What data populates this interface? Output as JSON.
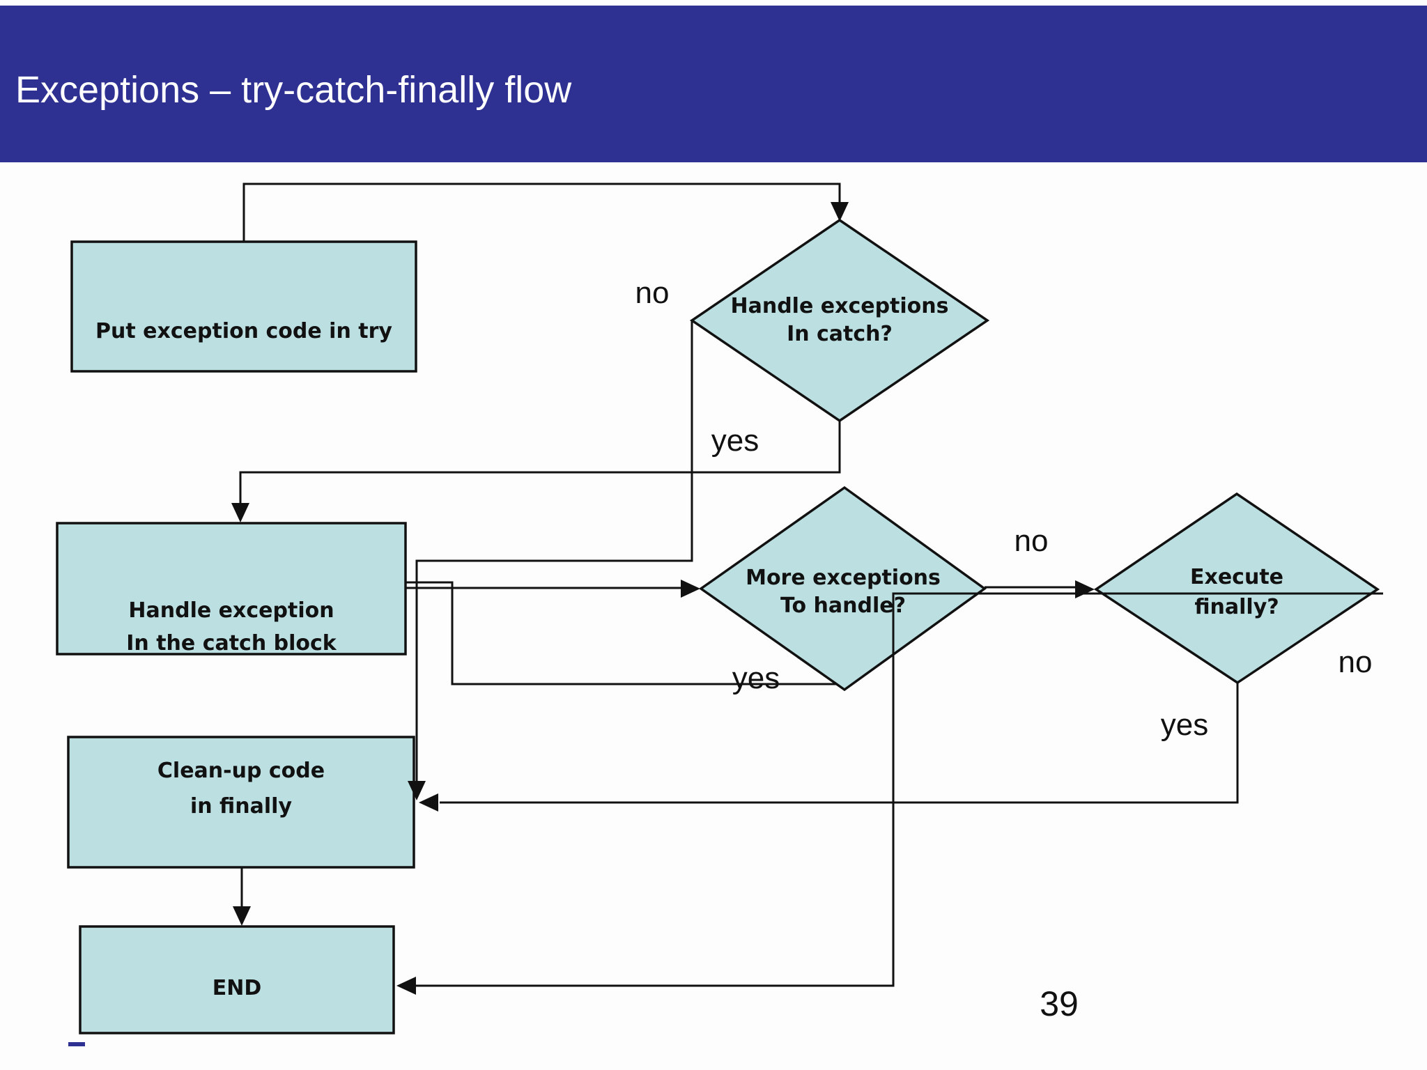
{
  "slide": {
    "title": "Exceptions – try-catch-finally flow",
    "page_number": "39",
    "colors": {
      "header_bg": "#2E3192",
      "node_fill": "#BCDFE1",
      "node_border": "#111111",
      "connector": "#111111",
      "title_text": "#FFFFFF",
      "label_text": "#111111"
    }
  },
  "nodes": {
    "put_try": {
      "lines": [
        "Put exception code in try"
      ]
    },
    "handle_in_catch": {
      "lines": [
        "Handle exceptions",
        "In catch?"
      ]
    },
    "handle_catch_block": {
      "lines": [
        "Handle exception",
        "In the catch block"
      ]
    },
    "more_exceptions": {
      "lines": [
        "More exceptions",
        "To handle?"
      ]
    },
    "execute_finally": {
      "lines": [
        "Execute",
        "finally?"
      ]
    },
    "cleanup_finally": {
      "lines": [
        "Clean-up code",
        "in finally"
      ]
    },
    "end_node": {
      "lines": [
        "END"
      ]
    }
  },
  "edge_labels": {
    "catch_no": "no",
    "catch_yes": "yes",
    "more_yes": "yes",
    "more_no": "no",
    "finally_yes": "yes",
    "finally_no": "no"
  }
}
